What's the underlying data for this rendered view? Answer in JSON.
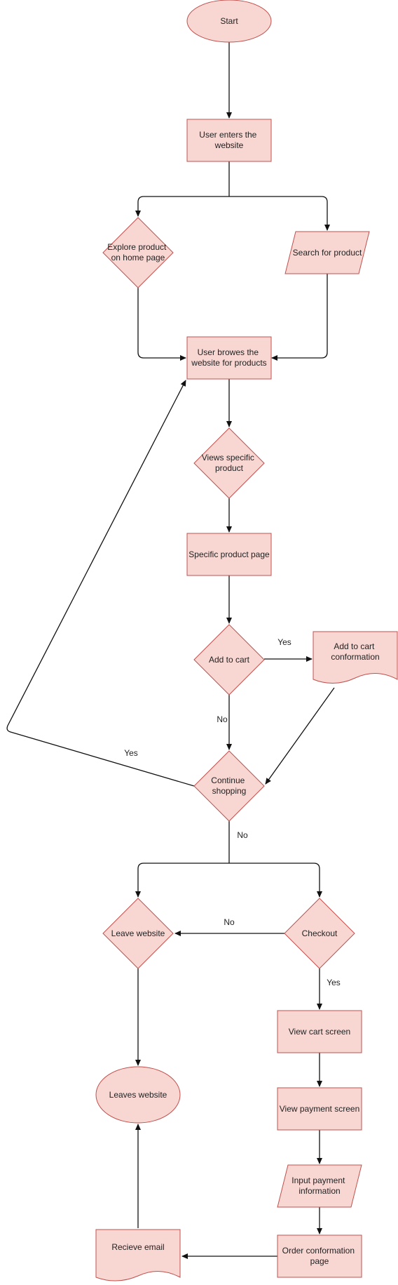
{
  "colors": {
    "node_fill": "#f8d7d3",
    "node_stroke": "#c0504d",
    "edge": "#111111",
    "text": "#222222"
  },
  "nodes": {
    "start": {
      "lines": [
        "Start"
      ]
    },
    "enter": {
      "lines": [
        "User enters the",
        "website"
      ]
    },
    "explore": {
      "lines": [
        "Explore product",
        "on home page"
      ]
    },
    "search": {
      "lines": [
        "Search for product"
      ]
    },
    "browse": {
      "lines": [
        "User browes the",
        "website for products"
      ]
    },
    "views": {
      "lines": [
        "Views specific",
        "product"
      ]
    },
    "page": {
      "lines": [
        "Specific product page"
      ]
    },
    "addcart": {
      "lines": [
        "Add to cart"
      ]
    },
    "addconf": {
      "lines": [
        "Add to cart",
        "conformation"
      ]
    },
    "continue": {
      "lines": [
        "Continue",
        "shopping"
      ]
    },
    "leave": {
      "lines": [
        "Leave website"
      ]
    },
    "checkout": {
      "lines": [
        "Checkout"
      ]
    },
    "viewcart": {
      "lines": [
        "View cart screen"
      ]
    },
    "leaves": {
      "lines": [
        "Leaves website"
      ]
    },
    "viewpay": {
      "lines": [
        "View payment screen"
      ]
    },
    "inputpay": {
      "lines": [
        "Input payment",
        "information"
      ]
    },
    "orderconf": {
      "lines": [
        "Order conformation",
        "page"
      ]
    },
    "email": {
      "lines": [
        "Recieve email"
      ]
    }
  },
  "edge_labels": {
    "addcart_yes": "Yes",
    "addcart_no": "No",
    "continue_yes": "Yes",
    "continue_no": "No",
    "checkout_no": "No",
    "checkout_yes": "Yes"
  }
}
